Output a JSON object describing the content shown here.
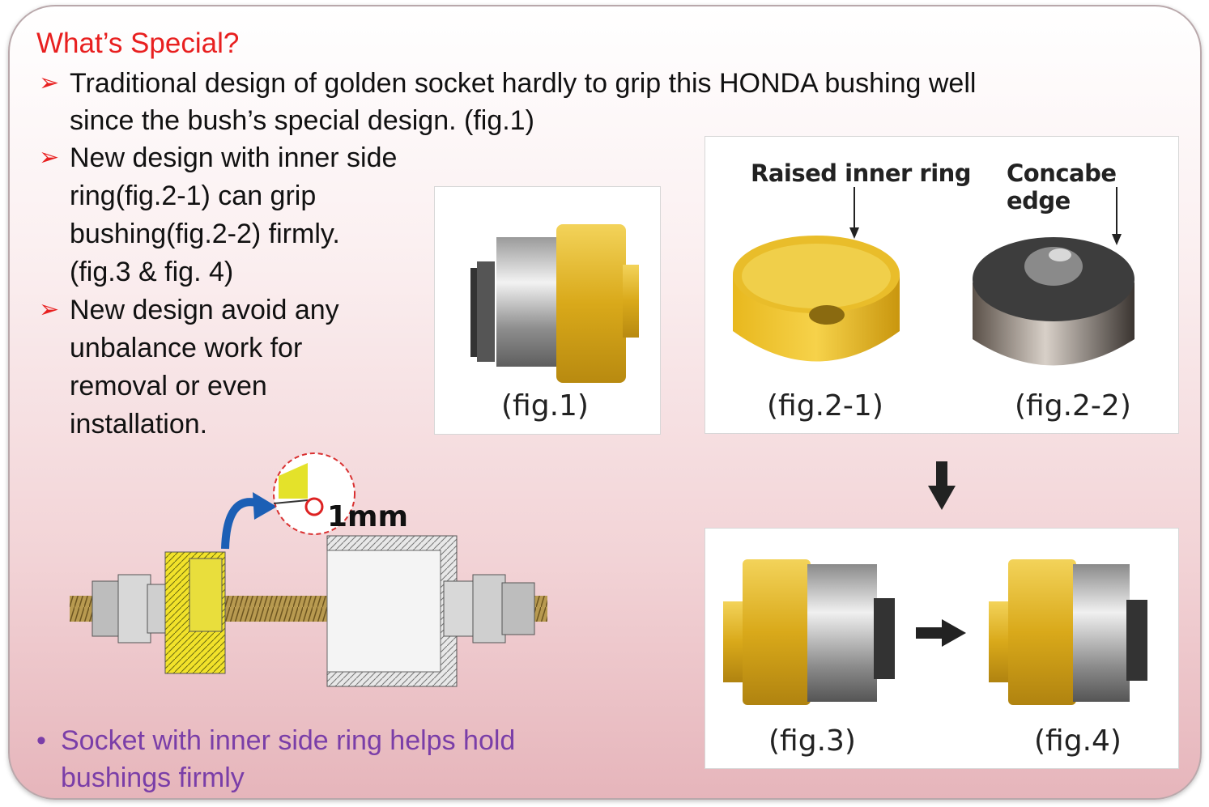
{
  "title": "What’s Special?",
  "bullets": [
    {
      "lines": [
        "Traditional design of golden socket hardly to grip this HONDA bushing well",
        "since the bush’s special design. (fig.1)"
      ]
    },
    {
      "lines": [
        "New design with inner side",
        "ring(fig.2-1) can grip",
        "bushing(fig.2-2) firmly.",
        "(fig.3 & fig. 4)"
      ]
    },
    {
      "lines": [
        "New design avoid any",
        "unbalance work for",
        "removal or even",
        "installation."
      ]
    }
  ],
  "summary": {
    "lines": [
      "Socket with inner side ring helps hold",
      "bushings firmly"
    ]
  },
  "figures": {
    "fig1": "(fig.1)",
    "fig2_1": "(fig.2-1)",
    "fig2_2": "(fig.2-2)",
    "fig3": "(fig.3)",
    "fig4": "(fig.4)",
    "label_raised": "Raised inner ring",
    "label_concave": "Concabe edge",
    "detail_label": "1mm"
  },
  "colors": {
    "title": "#e81f1f",
    "summary": "#7a3ea8",
    "gold": "#e0b520",
    "silver": "#b8b8b8"
  }
}
